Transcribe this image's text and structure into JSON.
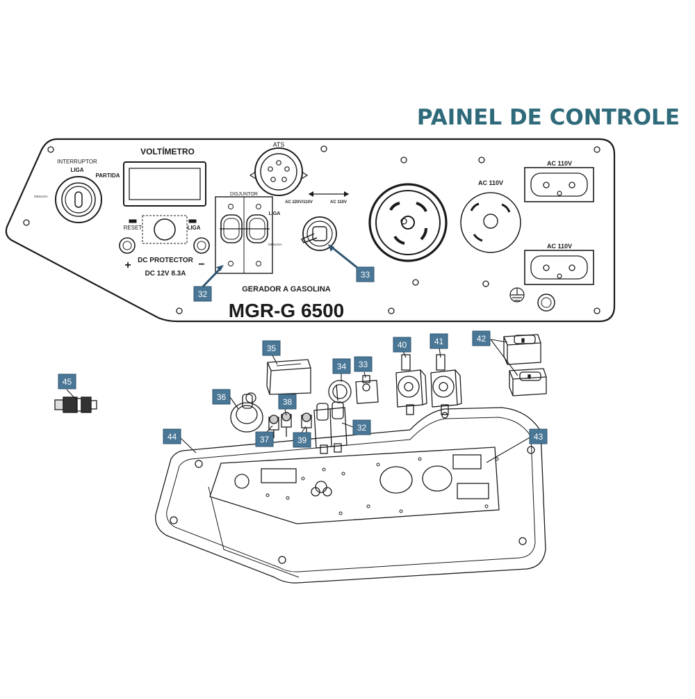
{
  "title": "PAINEL DE CONTROLE",
  "colors": {
    "title": "#2f6a7a",
    "callout_fill": "#4a7796",
    "callout_stroke": "#2f5570",
    "callout_text": "#ffffff",
    "line": "#1a1a1a",
    "light_line": "#8a8a8a"
  },
  "panel": {
    "interruptor": "INTERRUPTOR",
    "liga": "LIGA",
    "partida": "PARTIDA",
    "desliga": "DESLIGA",
    "voltimetro": "VOLTÍMETRO",
    "reset": "RESET",
    "liga_reset": "LIGA",
    "dc_protector": "DC PROTECTOR",
    "dc_rating": "DC 12V 8.3A",
    "plus": "+",
    "minus": "−",
    "ats": "ATS",
    "disjuntor": "DISJUNTOR",
    "liga_disjuntor": "LIGA",
    "desliga_disjuntor": "DESLIGA",
    "ac_switch_left": "AC 220V/110V",
    "ac_switch_right": "AC 110V",
    "ac_110v_twistlock": "AC 110V",
    "ac_110v_top": "AC 110V",
    "ac_110v_bottom": "AC 110V",
    "gerador": "GERADOR A GASOLINA",
    "model": "MGR-G 6500"
  },
  "callouts": [
    {
      "id": "c32a",
      "label": "32"
    },
    {
      "id": "c33a",
      "label": "33"
    },
    {
      "id": "c35",
      "label": "35"
    },
    {
      "id": "c34",
      "label": "34"
    },
    {
      "id": "c33b",
      "label": "33"
    },
    {
      "id": "c40",
      "label": "40"
    },
    {
      "id": "c41",
      "label": "41"
    },
    {
      "id": "c42",
      "label": "42"
    },
    {
      "id": "c45",
      "label": "45"
    },
    {
      "id": "c36",
      "label": "36"
    },
    {
      "id": "c38",
      "label": "38"
    },
    {
      "id": "c37",
      "label": "37"
    },
    {
      "id": "c39",
      "label": "39"
    },
    {
      "id": "c32b",
      "label": "32"
    },
    {
      "id": "c44",
      "label": "44"
    },
    {
      "id": "c43",
      "label": "43"
    }
  ]
}
